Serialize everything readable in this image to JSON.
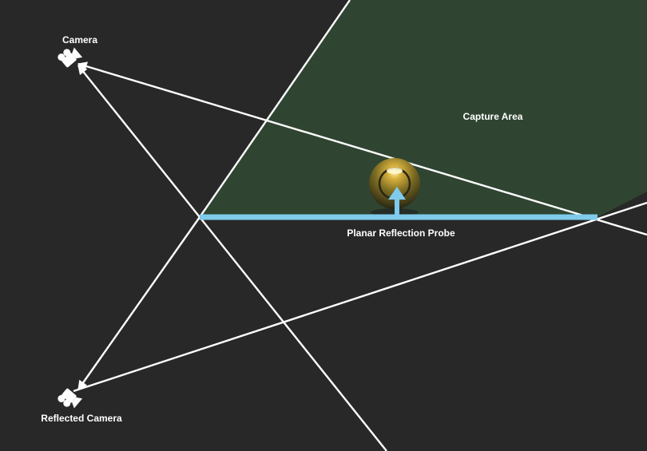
{
  "labels": {
    "camera": "Camera",
    "reflected_camera": "Reflected Camera",
    "capture_area": "Capture Area",
    "probe": "Planar Reflection Probe"
  },
  "icons": {
    "camera": "camera-icon",
    "reflected_camera": "camera-icon",
    "probe_object": "sphere-icon"
  },
  "colors": {
    "background": "#282828",
    "capture_area": "#2f4532",
    "probe_plane": "#7ecbec",
    "lines": "#ffffff"
  }
}
